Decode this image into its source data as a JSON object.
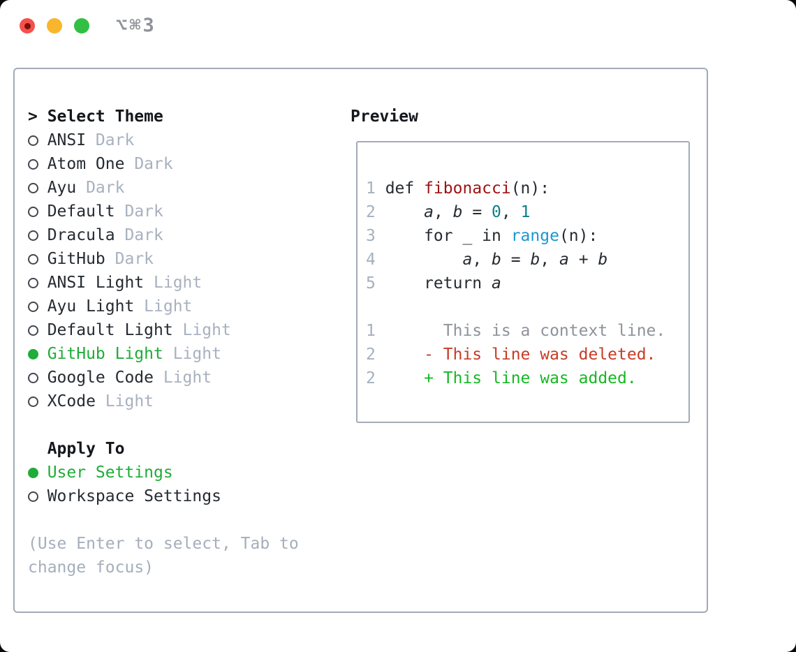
{
  "window": {
    "title": "⌥⌘3",
    "traffic_lights": [
      "close",
      "minimize",
      "zoom"
    ]
  },
  "theme_selector": {
    "prompt": ">",
    "title": "Select Theme",
    "items": [
      {
        "label": "ANSI",
        "variant": "Dark",
        "selected": false
      },
      {
        "label": "Atom One",
        "variant": "Dark",
        "selected": false
      },
      {
        "label": "Ayu",
        "variant": "Dark",
        "selected": false
      },
      {
        "label": "Default",
        "variant": "Dark",
        "selected": false
      },
      {
        "label": "Dracula",
        "variant": "Dark",
        "selected": false
      },
      {
        "label": "GitHub",
        "variant": "Dark",
        "selected": false
      },
      {
        "label": "ANSI Light",
        "variant": "Light",
        "selected": false
      },
      {
        "label": "Ayu Light",
        "variant": "Light",
        "selected": false
      },
      {
        "label": "Default Light",
        "variant": "Light",
        "selected": false
      },
      {
        "label": "GitHub Light",
        "variant": "Light",
        "selected": true
      },
      {
        "label": "Google Code",
        "variant": "Light",
        "selected": false
      },
      {
        "label": "XCode",
        "variant": "Light",
        "selected": false
      }
    ]
  },
  "apply_to": {
    "title": "Apply To",
    "options": [
      {
        "label": "User Settings",
        "selected": true
      },
      {
        "label": "Workspace Settings",
        "selected": false
      }
    ]
  },
  "hint": {
    "line1": "(Use Enter to select, Tab to",
    "line2": "change focus)"
  },
  "preview": {
    "title": "Preview",
    "code_lines": [
      {
        "num": "1",
        "segments": [
          [
            "def ",
            "plain"
          ],
          [
            "fibonacci",
            "func"
          ],
          [
            "(n):",
            "plain"
          ]
        ]
      },
      {
        "num": "2",
        "segments": [
          [
            "    ",
            "plain"
          ],
          [
            "a",
            "var"
          ],
          [
            ", ",
            "plain"
          ],
          [
            "b",
            "var"
          ],
          [
            " = ",
            "plain"
          ],
          [
            "0",
            "num"
          ],
          [
            ", ",
            "plain"
          ],
          [
            "1",
            "num"
          ]
        ]
      },
      {
        "num": "3",
        "segments": [
          [
            "    for _ in ",
            "plain"
          ],
          [
            "range",
            "support"
          ],
          [
            "(n):",
            "plain"
          ]
        ]
      },
      {
        "num": "4",
        "segments": [
          [
            "        ",
            "plain"
          ],
          [
            "a",
            "var"
          ],
          [
            ", ",
            "plain"
          ],
          [
            "b",
            "var"
          ],
          [
            " = ",
            "plain"
          ],
          [
            "b",
            "var"
          ],
          [
            ", ",
            "plain"
          ],
          [
            "a",
            "var"
          ],
          [
            " + ",
            "plain"
          ],
          [
            "b",
            "var"
          ]
        ]
      },
      {
        "num": "5",
        "segments": [
          [
            "    return ",
            "plain"
          ],
          [
            "a",
            "var"
          ]
        ]
      }
    ],
    "diff_lines": [
      {
        "num": "1",
        "text": "      This is a context line.",
        "type": "context"
      },
      {
        "num": "2",
        "text": "    - This line was deleted.",
        "type": "deleted"
      },
      {
        "num": "2",
        "text": "    + This line was added.",
        "type": "added"
      }
    ]
  },
  "colors": {
    "selected_green": "#1fac38",
    "variant_gray": "#a8b1bf",
    "hint_gray": "#a5aebb",
    "border_gray": "#a2abb6",
    "function_red": "#9c1313",
    "numeric_teal": "#0b7f8b",
    "support_blue": "#1b97d1",
    "line_number_gray": "#a5b0bf",
    "context_gray": "#8e939a",
    "deleted_red": "#c83b25",
    "added_green": "#16b822",
    "traffic_red": "#f4514c",
    "traffic_yellow": "#f9b62c",
    "traffic_green": "#31c044",
    "title_gray": "#8f9399"
  }
}
